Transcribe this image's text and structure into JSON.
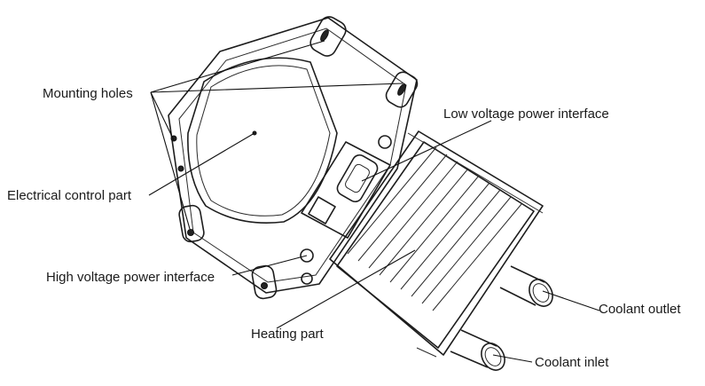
{
  "labels": {
    "mounting_holes": "Mounting holes",
    "low_voltage": "Low voltage power interface",
    "electrical_control": "Electrical control part",
    "high_voltage": "High voltage power interface",
    "heating_part": "Heating part",
    "coolant_outlet": "Coolant outlet",
    "coolant_inlet": "Coolant inlet"
  }
}
